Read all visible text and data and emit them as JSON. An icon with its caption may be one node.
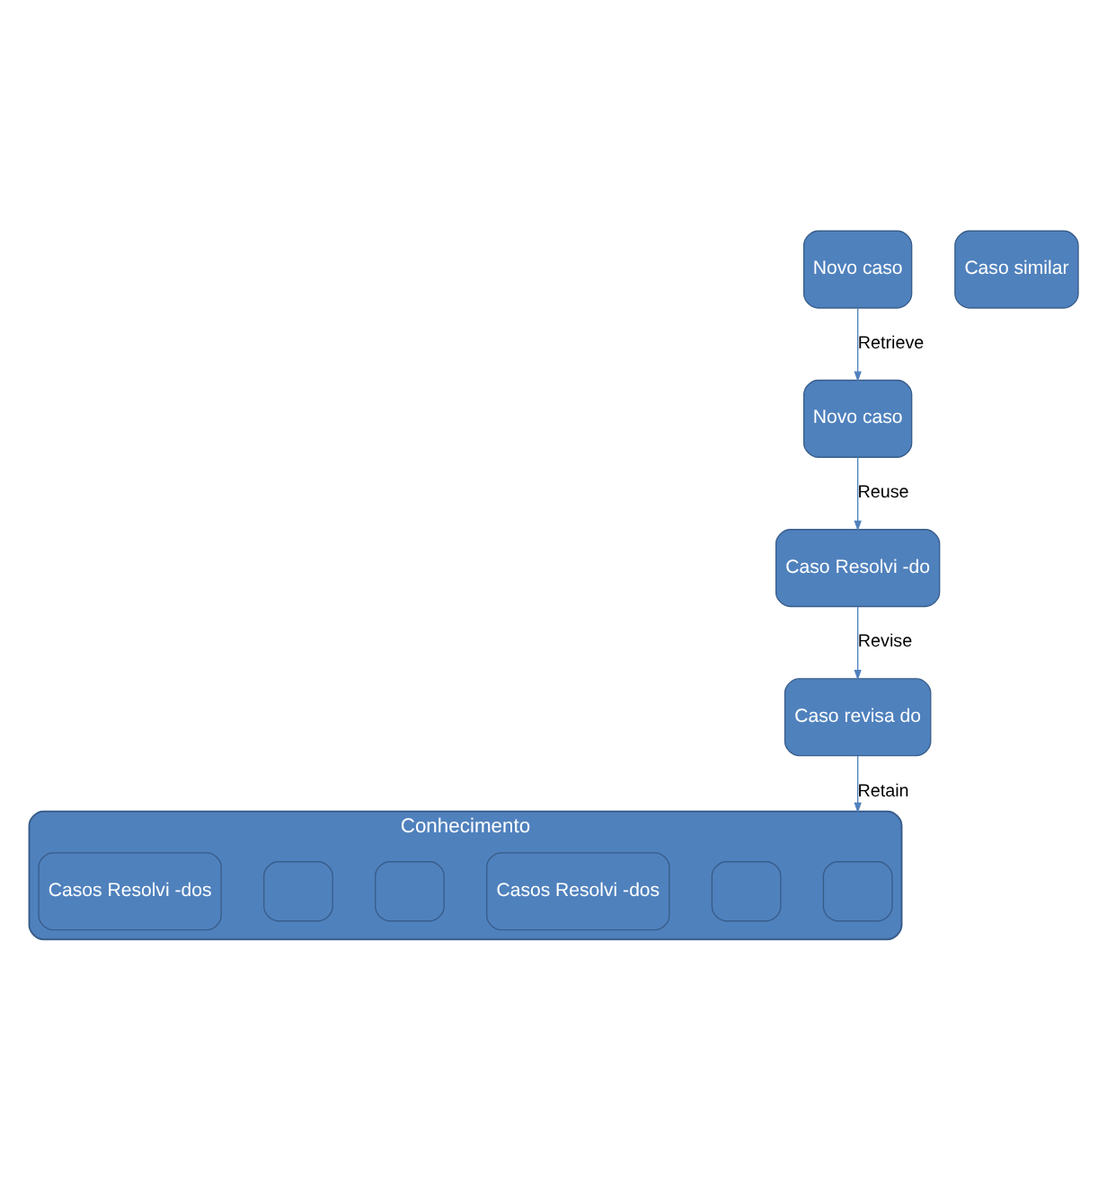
{
  "diagram": {
    "nodes": [
      {
        "text": [
          "Novo caso"
        ]
      },
      {
        "text": [
          "Conhecimento"
        ]
      },
      {
        "text": [],
        "shape": "box",
        "in": 1
      },
      {
        "text": [],
        "shape": "box",
        "in": 1
      },
      {
        "text": [
          "Casos Resolvi -dos"
        ],
        "in": 1
      },
      {
        "text": [],
        "shape": "box",
        "in": 1
      },
      {
        "text": [],
        "shape": "box",
        "in": 1
      },
      {
        "text": [
          "Casos Resolvi -dos"
        ],
        "in": 1
      },
      {
        "text": [
          "Caso similar"
        ]
      },
      {
        "text": [
          "Novo caso"
        ]
      },
      {
        "text": [
          "Caso Resolvi -do"
        ]
      },
      {
        "text": [
          "Caso revisa do"
        ]
      }
    ],
    "edges": [
      {
        "from": 0,
        "to": 9,
        "arrow": "to",
        "label": "Retrieve"
      },
      {
        "from": 9,
        "to": 10,
        "arrow": "to",
        "label": "Reuse"
      },
      {
        "from": 10,
        "to": 11,
        "arrow": "to",
        "label": "Revise"
      },
      {
        "from": 11,
        "to": 1,
        "arrow": "to",
        "label": "Retain"
      }
    ]
  }
}
